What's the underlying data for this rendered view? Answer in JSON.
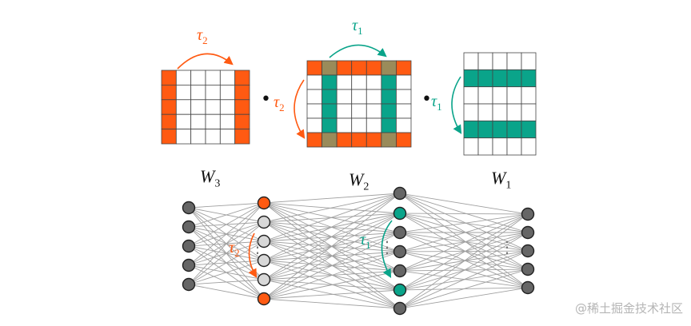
{
  "colors": {
    "orange": "#ff5a12",
    "teal": "#0aa48a",
    "olive": "#9a8b5a",
    "grid_line": "#444444",
    "edge": "#a0a0a0",
    "node_dark": "#666666",
    "node_light": "#d8d8d8",
    "node_outline": "#222222"
  },
  "labels": {
    "w3": {
      "base": "W",
      "sub": "3"
    },
    "w2": {
      "base": "W",
      "sub": "2"
    },
    "w1": {
      "base": "W",
      "sub": "1"
    },
    "tau_top_left": {
      "base": "τ",
      "sub": "2"
    },
    "tau_top_mid": {
      "base": "τ",
      "sub": "1"
    },
    "tau_side_w2": {
      "base": "τ",
      "sub": "2"
    },
    "tau_side_w1": {
      "base": "τ",
      "sub": "1"
    },
    "tau_net_left": {
      "base": "τ",
      "sub": "2"
    },
    "tau_net_mid": {
      "base": "τ",
      "sub": "1"
    },
    "dot_op": "•",
    "ellipsis": "⋮"
  },
  "matrices": {
    "w3": {
      "rows": 5,
      "cols": 6,
      "orange_cols": [
        0,
        5
      ],
      "teal_cols": [],
      "orange_rows": [],
      "teal_rows": []
    },
    "w2": {
      "rows": 6,
      "cols": 7,
      "orange_rows": [
        0,
        5
      ],
      "teal_cols": [
        1,
        5
      ],
      "orange_cols": [],
      "teal_rows": []
    },
    "w1": {
      "rows": 6,
      "cols": 5,
      "teal_rows": [
        1,
        4
      ],
      "orange_cols": [],
      "teal_cols": [],
      "orange_rows": []
    }
  },
  "network": {
    "layer_sizes": [
      5,
      6,
      7,
      5
    ],
    "layer_node_colors": [
      [
        "dark",
        "dark",
        "dark",
        "dark",
        "dark"
      ],
      [
        "orange",
        "light",
        "light",
        "light",
        "light",
        "orange"
      ],
      [
        "dark",
        "teal",
        "dark",
        "dark",
        "dark",
        "teal",
        "dark"
      ],
      [
        "dark",
        "dark",
        "dark",
        "dark",
        "dark"
      ]
    ]
  },
  "watermark": "@稀土掘金技术社区"
}
